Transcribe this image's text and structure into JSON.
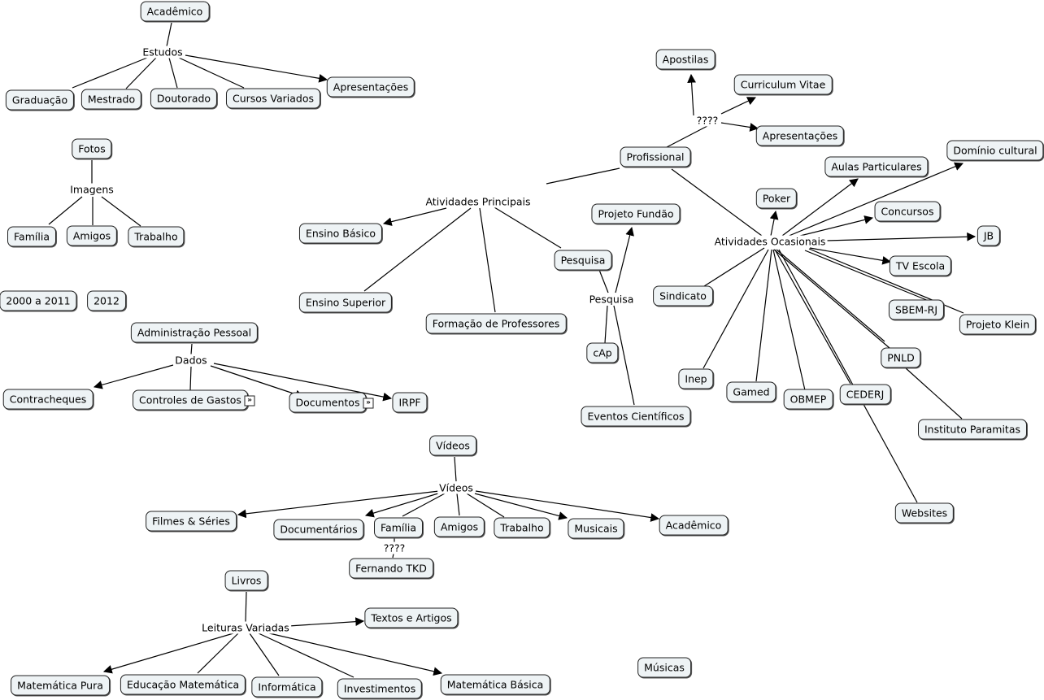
{
  "nodes": {
    "academico_top": "Acadêmico",
    "graduacao": "Graduação",
    "mestrado": "Mestrado",
    "doutorado": "Doutorado",
    "cursos_variados": "Cursos Variados",
    "apresentacoes_estudos": "Apresentações",
    "fotos": "Fotos",
    "familia_img": "Família",
    "amigos_img": "Amigos",
    "trabalho_img": "Trabalho",
    "anos_2000_2011": "2000 a 2011",
    "ano_2012": "2012",
    "administracao_pessoal": "Administração Pessoal",
    "contracheques": "Contracheques",
    "controles_gastos": "Controles de Gastos",
    "documentos": "Documentos",
    "irpf": "IRPF",
    "apostilas": "Apostilas",
    "curriculum_vitae": "Curriculum Vitae",
    "apresentacoes_prof": "Apresentações",
    "profissional": "Profissional",
    "ensino_basico": "Ensino Básico",
    "ensino_superior": "Ensino Superior",
    "formacao_professores": "Formação de Professores",
    "pesquisa_node": "Pesquisa",
    "projeto_fundao": "Projeto Fundão",
    "cap": "cAp",
    "eventos_cientificos": "Eventos Científicos",
    "aulas_particulares": "Aulas Particulares",
    "dominio_cultural": "Domínio cultural",
    "poker": "Poker",
    "concursos": "Concursos",
    "jb": "JB",
    "tv_escola": "TV Escola",
    "sindicato": "Sindicato",
    "sbem_rj": "SBEM-RJ",
    "projeto_klein": "Projeto Klein",
    "pnld": "PNLD",
    "inep": "Inep",
    "gamed": "Gamed",
    "obmep": "OBMEP",
    "cederj": "CEDERJ",
    "instituto_paramitas": "Instituto Paramitas",
    "websites": "Websites",
    "videos_top": "Vídeos",
    "filmes_series": "Filmes & Séries",
    "documentarios": "Documentários",
    "familia_vid": "Família",
    "amigos_vid": "Amigos",
    "trabalho_vid": "Trabalho",
    "musicais": "Musicais",
    "academico_vid": "Acadêmico",
    "fernando_tkd": "Fernando TKD",
    "livros": "Livros",
    "textos_artigos": "Textos e Artigos",
    "matematica_pura": "Matemática Pura",
    "educacao_matematica": "Educação Matemática",
    "informatica": "Informática",
    "investimentos": "Investimentos",
    "matematica_basica": "Matemática Básica",
    "musicas": "Músicas"
  },
  "links": {
    "estudos": "Estudos",
    "imagens": "Imagens",
    "dados": "Dados",
    "interrogacao_prof": "????",
    "atividades_principais": "Atividades Principais",
    "pesquisa_link": "Pesquisa",
    "atividades_ocasionais": "Atividades Ocasionais",
    "videos_link": "Vídeos",
    "interrogacao_vid": "????",
    "leituras_variadas": "Leituras Variadas"
  },
  "icons": {
    "expand": "expand-icon"
  },
  "colors": {
    "node_fill": "#eef3f5",
    "node_border": "#222222",
    "line": "#000000"
  }
}
